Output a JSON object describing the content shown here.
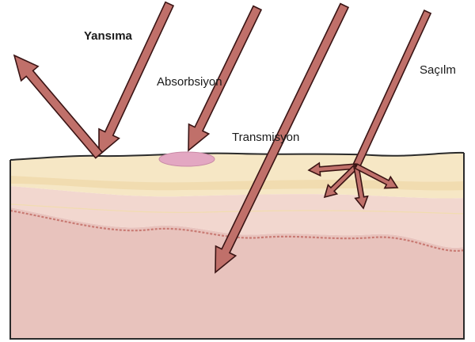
{
  "labels": {
    "reflection": "Yansıma",
    "absorption": "Absorbsiyon",
    "transmission": "Transmisyon",
    "scattering": "Saçılm"
  },
  "colors": {
    "arrow_fill": "#c0706a",
    "arrow_stroke": "#3a1414",
    "epidermis": "#f6e7c5",
    "dermis_band": "#f1dcb0",
    "dermis": "#f2d7cf",
    "deep_tissue": "#e8c3bd",
    "absorption_spot": "#e3a7c2",
    "border": "#2b2b2b",
    "membrane_line": "#c97b74"
  }
}
